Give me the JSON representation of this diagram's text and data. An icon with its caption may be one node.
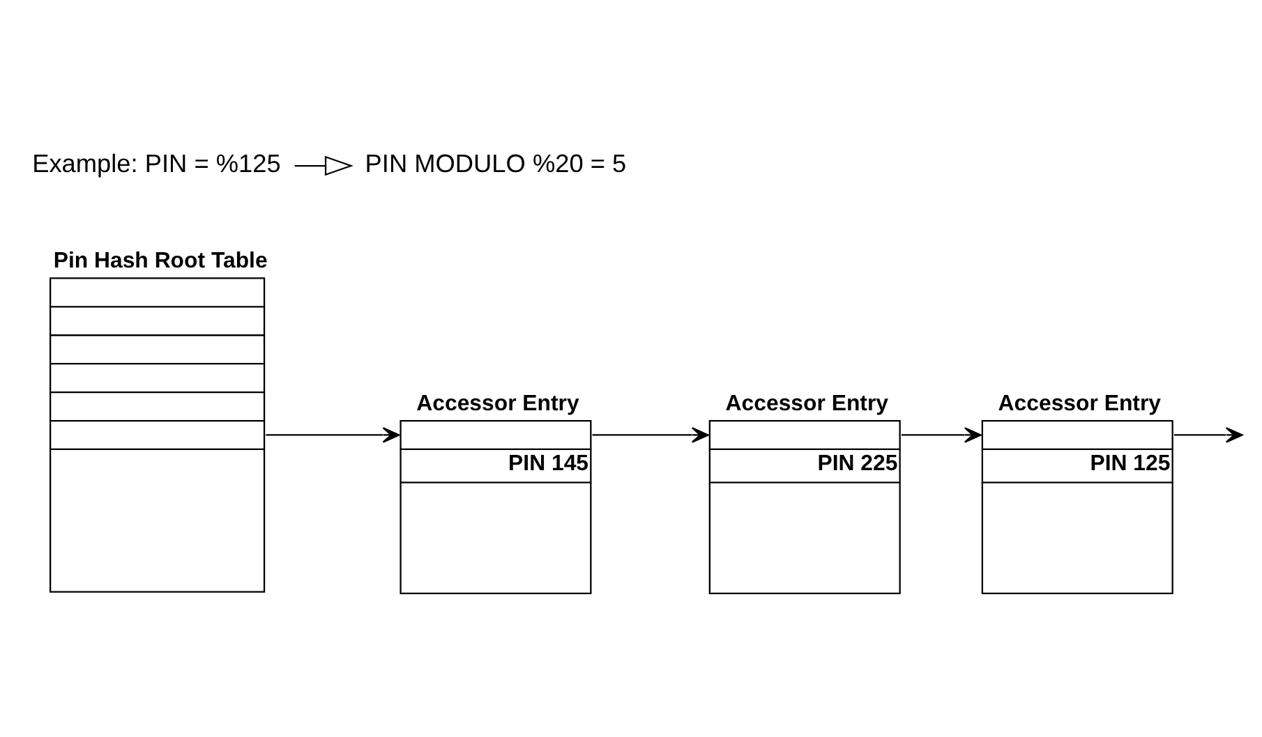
{
  "diagram": {
    "nodes": [
      {
        "text": [
          "Pin Hash Root Table"
        ]
      },
      {
        "text": [
          "Accessor Entry",
          "PIN 145"
        ]
      },
      {
        "text": [
          "Accessor Entry",
          "PIN 225"
        ]
      },
      {
        "text": [
          "Accessor Entry",
          "PIN 125"
        ]
      },
      {
        "text": [
          "Example: PIN = %125"
        ]
      },
      {
        "text": [
          "PIN MODULO %20 = 5"
        ]
      }
    ],
    "edges": [
      {
        "from": 4,
        "to": 5,
        "arrow": "to"
      },
      {
        "from": 0,
        "to": 1,
        "arrow": "to"
      },
      {
        "from": 1,
        "to": 2,
        "arrow": "to"
      },
      {
        "from": 2,
        "to": 3,
        "arrow": "to"
      },
      {
        "from": 3,
        "to": null,
        "arrow": "to"
      }
    ]
  }
}
